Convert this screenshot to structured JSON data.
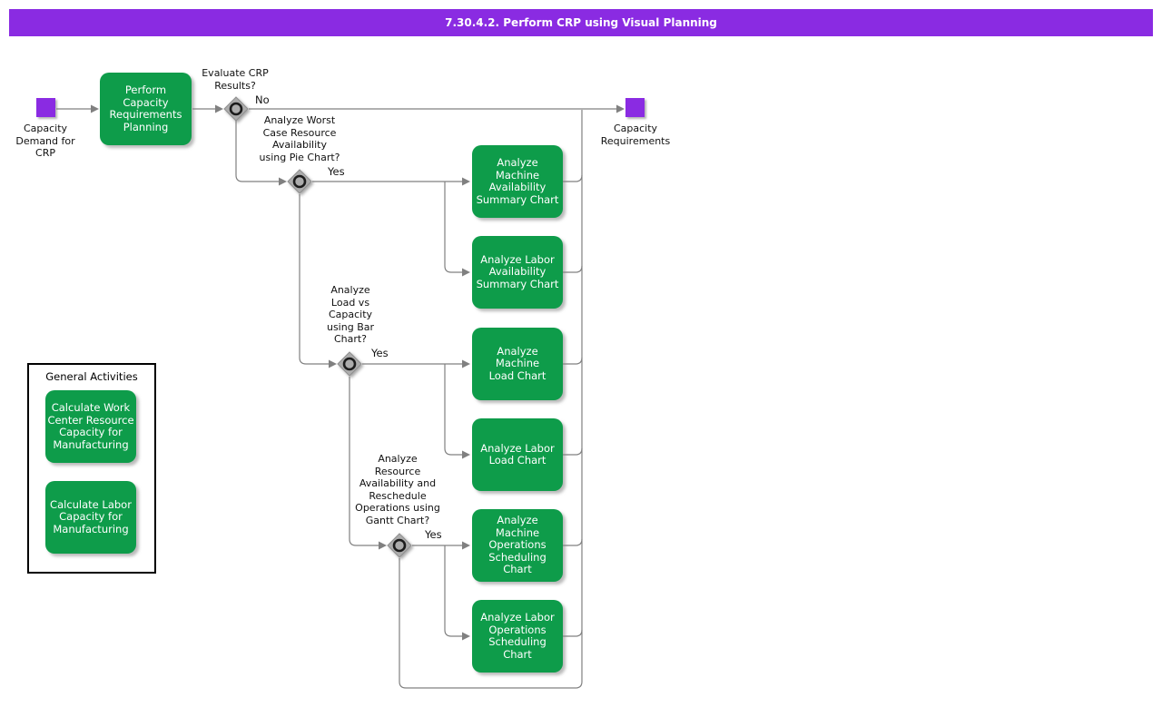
{
  "title_bar": {
    "text": "7.30.4.2. Perform CRP using Visual Planning"
  },
  "start_node": {
    "label": "Capacity\nDemand for\nCRP"
  },
  "end_node": {
    "label": "Capacity\nRequirements"
  },
  "main_activity": {
    "label": "Perform\nCapacity\nRequirements\nPlanning"
  },
  "decisions": [
    {
      "question": "Evaluate CRP\nResults?",
      "branch_label": "No"
    },
    {
      "question": "Analyze Worst\nCase Resource\nAvailability\nusing Pie Chart?",
      "branch_label": "Yes"
    },
    {
      "question": "Analyze\nLoad vs\nCapacity\nusing Bar\nChart?",
      "branch_label": "Yes"
    },
    {
      "question": "Analyze\nResource\nAvailability and\nReschedule\nOperations using\nGantt Chart?",
      "branch_label": "Yes"
    }
  ],
  "chart_activities": [
    {
      "label": "Analyze Machine\nAvailability\nSummary Chart"
    },
    {
      "label": "Analyze Labor\nAvailability\nSummary Chart"
    },
    {
      "label": "Analyze Machine\nLoad Chart"
    },
    {
      "label": "Analyze Labor\nLoad Chart"
    },
    {
      "label": "Analyze Machine\nOperations\nScheduling\nChart"
    },
    {
      "label": "Analyze Labor\nOperations\nScheduling\nChart"
    }
  ],
  "general_activities": {
    "title": "General Activities",
    "items": [
      {
        "label": "Calculate Work\nCenter Resource\nCapacity for\nManufacturing"
      },
      {
        "label": "Calculate Labor\nCapacity for\nManufacturing"
      }
    ]
  },
  "colors": {
    "title_bar_bg": "#8A2BE2",
    "node_purple": "#8A2BE2",
    "activity_green": "#0E9C4A",
    "connector_gray": "#808080",
    "diamond_gray": "#ACACAC"
  }
}
